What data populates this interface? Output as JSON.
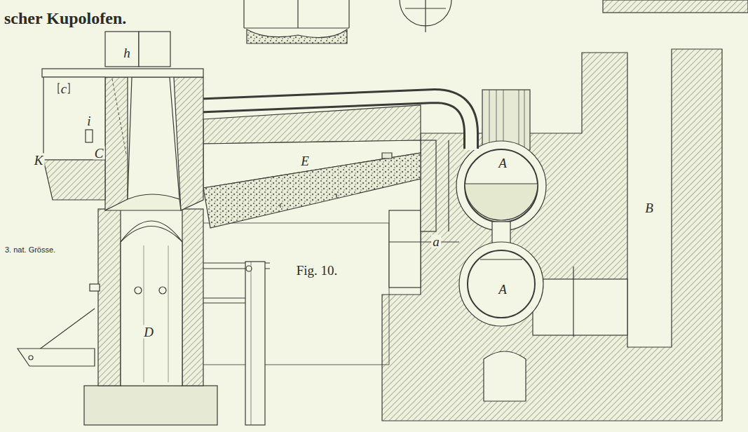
{
  "diagram": {
    "title": "scher Kupolofen.",
    "labels": [
      "h",
      "c",
      "i",
      "C",
      "K",
      "E",
      "A",
      "A",
      "B",
      "D",
      "a",
      "Fig. 10.",
      "3. nat. Grösse."
    ]
  }
}
